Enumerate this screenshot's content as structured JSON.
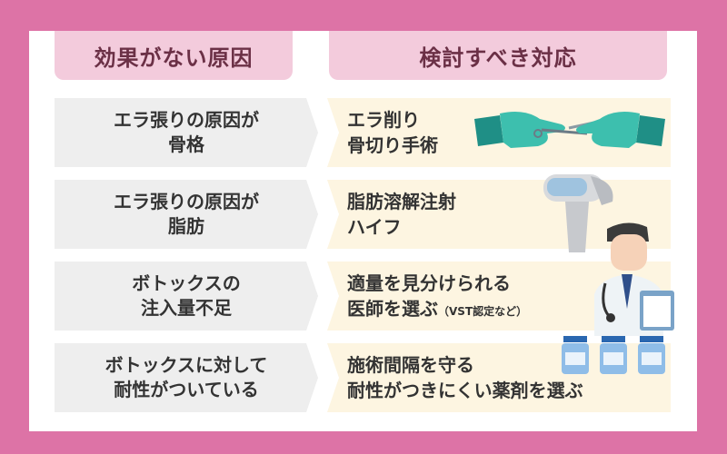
{
  "headers": {
    "cause": "効果がない原因",
    "action": "検討すべき対応"
  },
  "rows": [
    {
      "cause": [
        "エラ張りの原因が",
        "骨格"
      ],
      "action": [
        "エラ削り",
        "骨切り手術"
      ]
    },
    {
      "cause": [
        "エラ張りの原因が",
        "脂肪"
      ],
      "action": [
        "脂肪溶解注射",
        "ハイフ"
      ]
    },
    {
      "cause": [
        "ボトックスの",
        "注入量不足"
      ],
      "action": [
        "適量を見分けられる",
        "医師を選ぶ"
      ],
      "action_note": "（VST認定など）"
    },
    {
      "cause": [
        "ボトックスに対して",
        "耐性がついている"
      ],
      "action": [
        "施術間隔を守る",
        "耐性がつきにくい薬剤を選ぶ"
      ]
    }
  ],
  "colors": {
    "background": "#dd73a6",
    "header": "#f3cbdc",
    "cause_box": "#eeeeee",
    "action_box": "#fdf5e1"
  },
  "icons": [
    "surgery-gloves-icon",
    "hifu-device-icon",
    "doctor-icon",
    "medicine-bottles-icon"
  ]
}
